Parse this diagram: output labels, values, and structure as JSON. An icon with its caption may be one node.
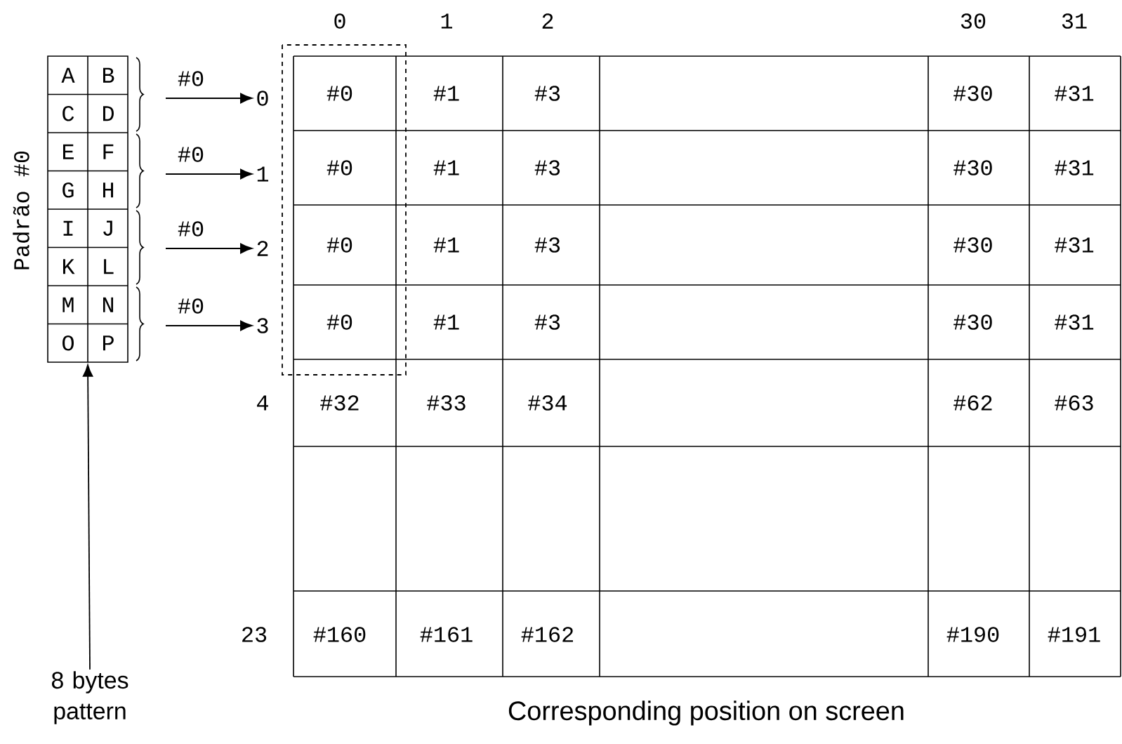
{
  "diagram": {
    "caption": "Corresponding position on screen",
    "nodes": [
      {
        "text": [
          "A",
          "B",
          "C",
          "D",
          "E",
          "F",
          "G",
          "H",
          "I",
          "J",
          "K",
          "L",
          "M",
          "N",
          "O",
          "P"
        ],
        "beside": [
          "Padrão #0"
        ]
      },
      {
        "text": [
          "0"
        ]
      },
      {
        "text": [
          "1"
        ]
      },
      {
        "text": [
          "2"
        ]
      },
      {
        "text": [
          "3"
        ]
      },
      {
        "text": [
          "8 bytes pattern"
        ]
      }
    ],
    "edges": [
      {
        "from": null,
        "to": 1,
        "arrow": "to",
        "label": "#0"
      },
      {
        "from": null,
        "to": 2,
        "arrow": "to",
        "label": "#0"
      },
      {
        "from": null,
        "to": 3,
        "arrow": "to",
        "label": "#0"
      },
      {
        "from": null,
        "to": 4,
        "arrow": "to",
        "label": "#0"
      },
      {
        "from": 5,
        "to": 0,
        "arrow": "to"
      }
    ],
    "labels": [
      "0",
      "1",
      "2",
      "30",
      "31",
      "#0",
      "#1",
      "#3",
      "#30",
      "#31",
      "#0",
      "#1",
      "#3",
      "#30",
      "#31",
      "#0",
      "#1",
      "#3",
      "#30",
      "#31",
      "#0",
      "#1",
      "#3",
      "#30",
      "#31",
      "4",
      "#32",
      "#33",
      "#34",
      "#62",
      "#63",
      "23",
      "#160",
      "#161",
      "#162",
      "#190",
      "#191"
    ]
  }
}
